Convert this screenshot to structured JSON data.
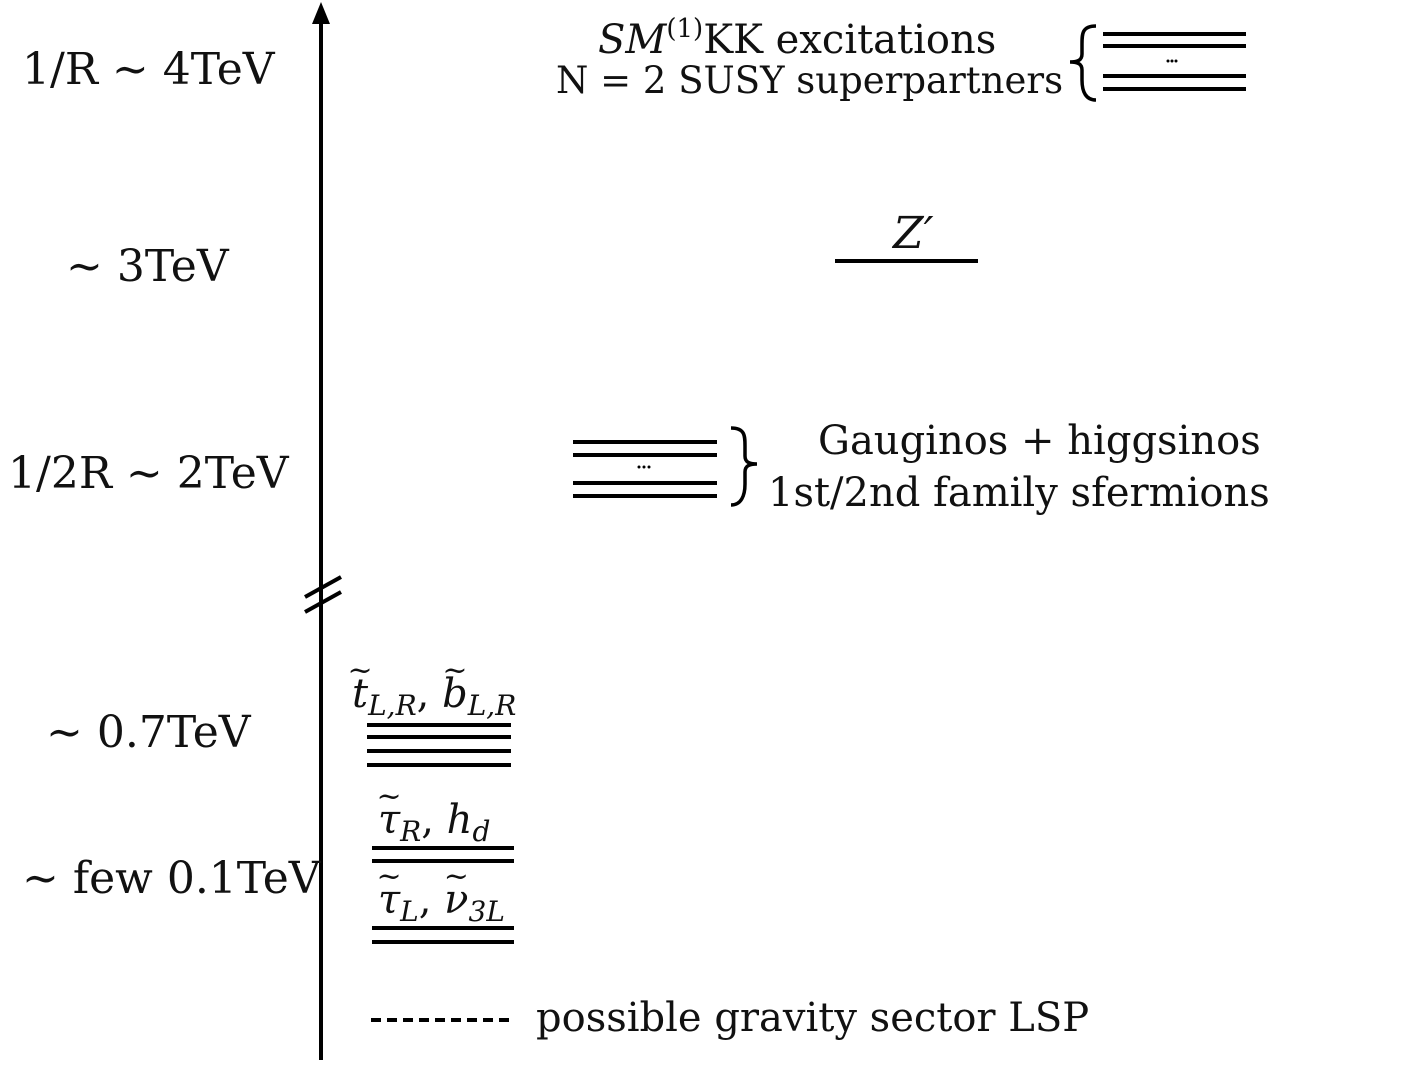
{
  "axis": {
    "scale_labels": {
      "s1": "1/R ∼ 4TeV",
      "s2": "∼ 3TeV",
      "s3": "1/2R ∼ 2TeV",
      "s4": "∼ 0.7TeV",
      "s5": "∼ few 0.1TeV"
    }
  },
  "levels": {
    "kk": {
      "line1_a": "SM",
      "line1_sup": "(1)",
      "line1_b": "KK excitations",
      "line2": "N = 2 SUSY superpartners"
    },
    "zprime": {
      "label": "Z′"
    },
    "gaugino": {
      "line1": "Gauginos + higgsinos",
      "line2": "1st/2nd family sfermions"
    },
    "third_family": {
      "t": "t",
      "t_sub": "L,R",
      "sep": ", ",
      "b": "b",
      "b_sub": "L,R"
    },
    "tau_r": {
      "tau": "τ",
      "tau_sub": "R",
      "sep": ", ",
      "h": "h",
      "h_sub": "d"
    },
    "tau_l": {
      "tau": "τ",
      "tau_sub": "L",
      "sep": ", ",
      "nu": "ν",
      "nu_sub": "3L"
    }
  },
  "legend": {
    "dashed_label": "possible gravity sector LSP"
  }
}
